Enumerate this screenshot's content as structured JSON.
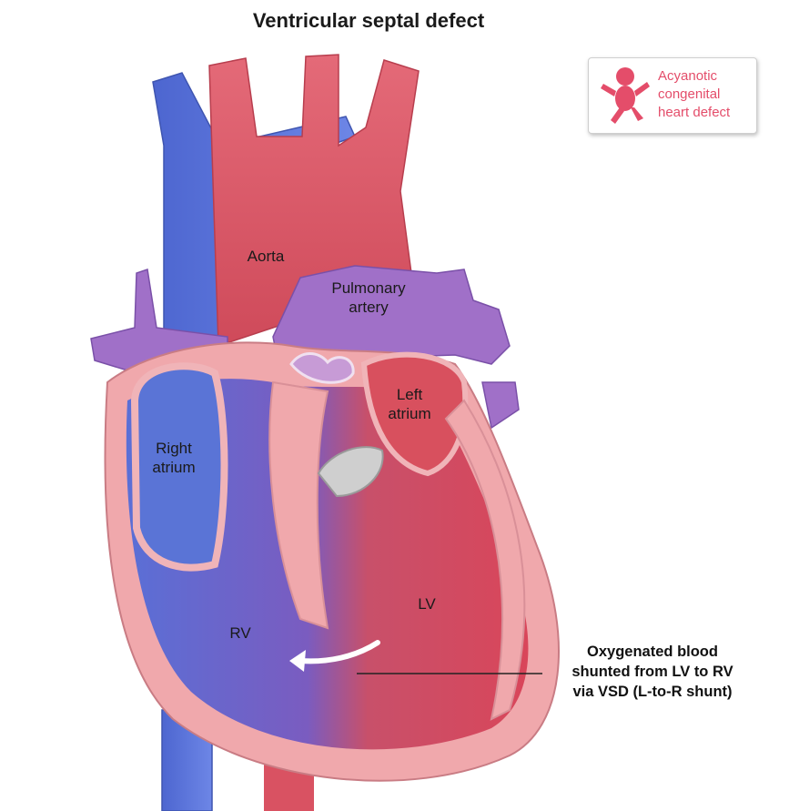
{
  "title": "Ventricular septal defect",
  "badge": {
    "icon": "baby-icon",
    "lines": [
      "Acyanotic",
      "congenital",
      "heart defect"
    ],
    "color": "#e44d6a"
  },
  "labels": {
    "aorta": "Aorta",
    "pulmonary_artery": [
      "Pulmonary",
      "artery"
    ],
    "left_atrium": [
      "Left",
      "atrium"
    ],
    "right_atrium": [
      "Right",
      "atrium"
    ],
    "rv": "RV",
    "lv": "LV"
  },
  "callout": {
    "lines": [
      "Oxygenated blood",
      "shunted from LV to RV",
      "via VSD (L-to-R shunt)"
    ]
  },
  "colors": {
    "venous_blue": "#5a74d6",
    "arterial_red": "#e05a6a",
    "pulmonary_purple": "#a070c8",
    "myocardium_pink": "#f0a8ac"
  }
}
